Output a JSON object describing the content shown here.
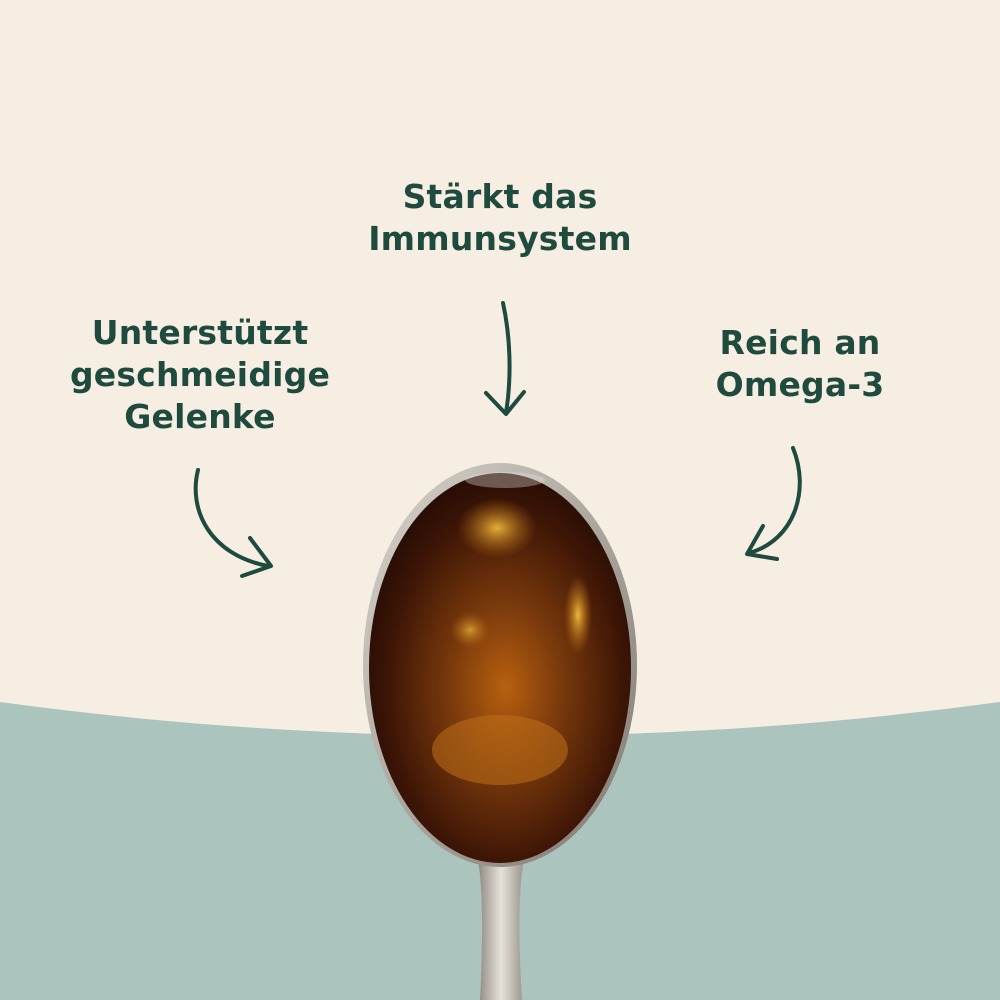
{
  "colors": {
    "background_top": "#F6EDE3",
    "background_bottom": "#ABC4BD",
    "text": "#1F4A3E",
    "oil_dark": "#2A0E05",
    "oil_mid": "#7A3A0C",
    "oil_highlight": "#E8A020",
    "spoon_metal": "#B8B2A8"
  },
  "labels": {
    "top": {
      "line1": "Stärkt das",
      "line2": "Immunsystem"
    },
    "left": {
      "line1": "Unterstützt",
      "line2": "geschmeidige",
      "line3": "Gelenke"
    },
    "right": {
      "line1": "Reich an",
      "line2": "Omega-3"
    }
  },
  "icons": {
    "top_arrow": "arrow-down-icon",
    "left_arrow": "curved-arrow-right-icon",
    "right_arrow": "curved-arrow-left-icon"
  }
}
